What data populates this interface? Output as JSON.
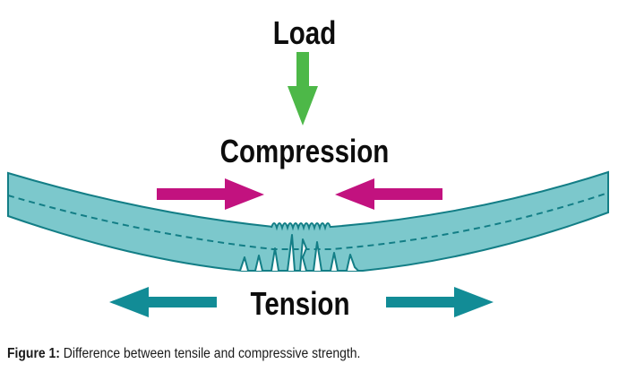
{
  "diagram": {
    "load_label": "Load",
    "compression_label": "Compression",
    "tension_label": "Tension",
    "colors": {
      "load_arrow": "#4db848",
      "compression_arrows": "#c2127f",
      "tension_arrows": "#128c96",
      "beam_fill": "#7cc8cc",
      "beam_stroke": "#137e86"
    }
  },
  "caption": {
    "figure_label": "Figure 1:",
    "text": "Difference between tensile and compressive strength."
  }
}
